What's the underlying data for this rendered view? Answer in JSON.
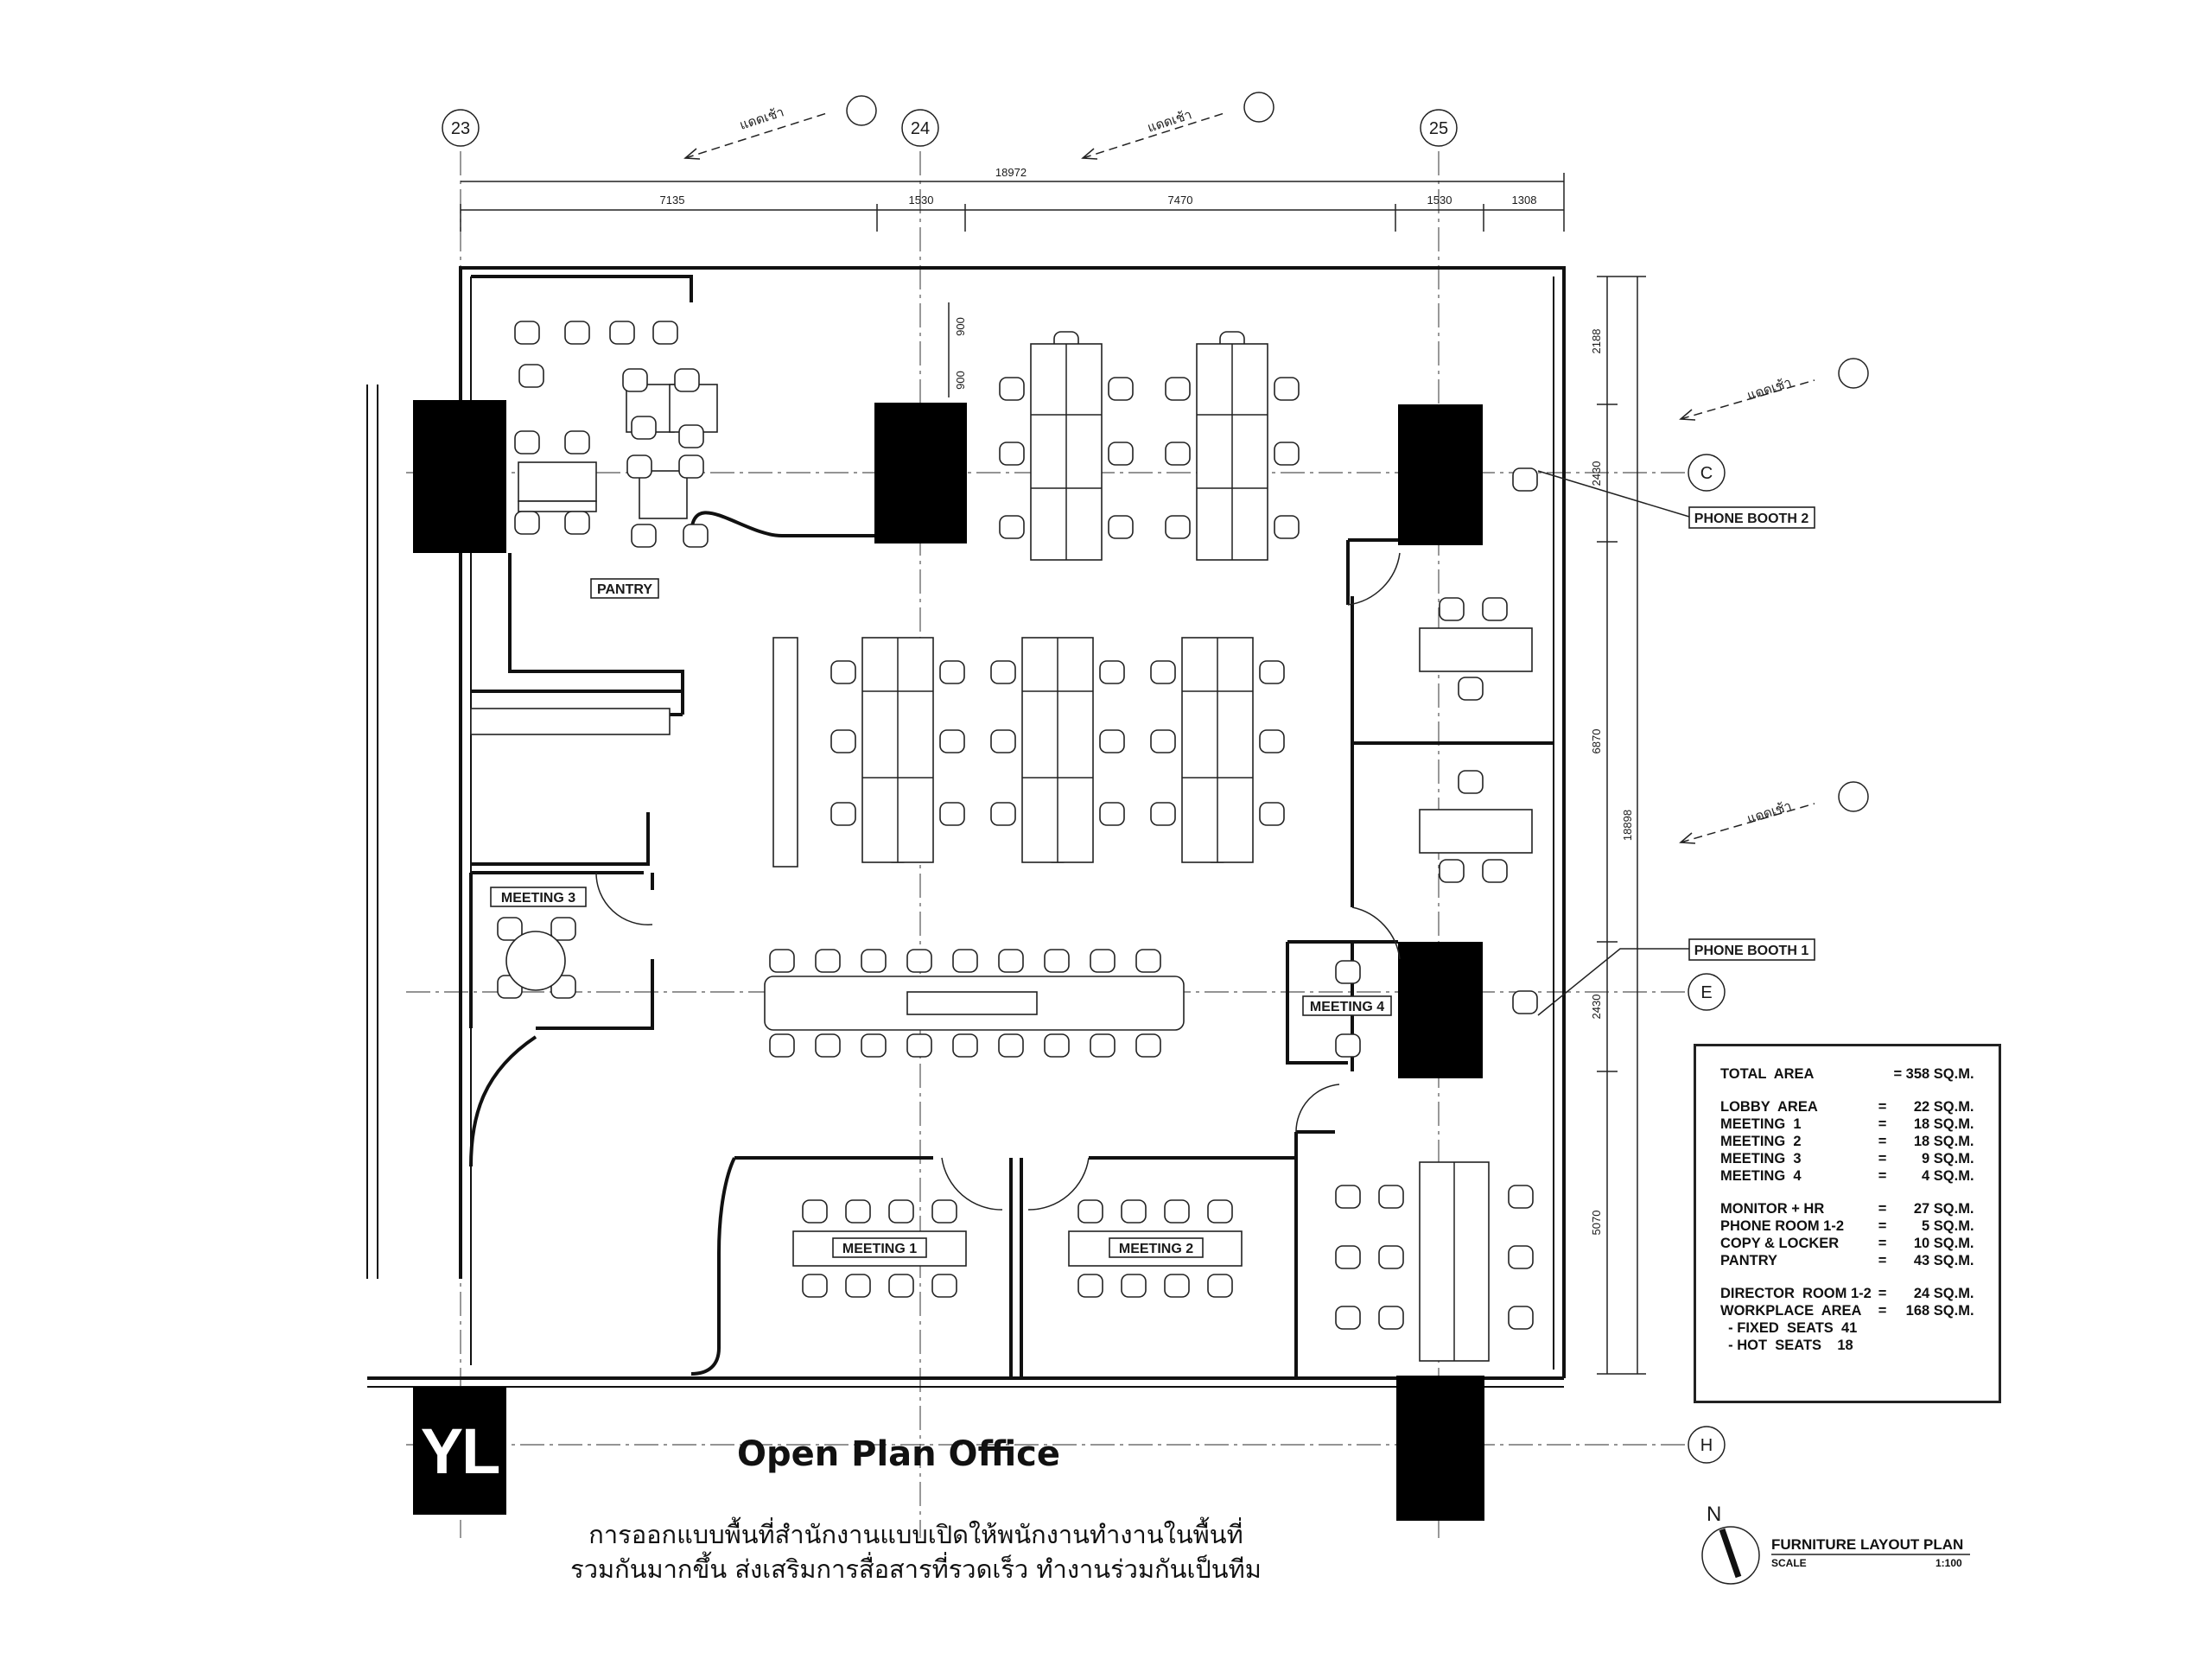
{
  "grid_labels": {
    "c23": "23",
    "c24": "24",
    "c25": "25",
    "rC": "C",
    "rE": "E",
    "rH": "H"
  },
  "sun_label": "แดดเช้า",
  "dimensions": {
    "overall": "18972",
    "top": [
      "7135",
      "1530",
      "7470",
      "1530",
      "1308"
    ],
    "right_outer": "18898",
    "right": [
      "2188",
      "2430",
      "6870",
      "2430",
      "5070"
    ],
    "door_a": "900",
    "door_b": "900"
  },
  "rooms": {
    "pantry": "PANTRY",
    "meeting3": "MEETING 3",
    "meeting4": "MEETING 4",
    "meeting1": "MEETING 1",
    "meeting2": "MEETING 2",
    "phone_booth_2": "PHONE BOOTH 2",
    "phone_booth_1": "PHONE BOOTH 1"
  },
  "area_schedule": [
    {
      "name": "TOTAL  AREA",
      "sep": "",
      "value": "= 358 SQ.M."
    },
    {
      "gap": true
    },
    {
      "name": "LOBBY  AREA",
      "sep": "=",
      "value": "22 SQ.M."
    },
    {
      "name": "MEETING  1",
      "sep": "=",
      "value": "18 SQ.M."
    },
    {
      "name": "MEETING  2",
      "sep": "=",
      "value": "18 SQ.M."
    },
    {
      "name": "MEETING  3",
      "sep": "=",
      "value": "9 SQ.M."
    },
    {
      "name": "MEETING  4",
      "sep": "=",
      "value": "4 SQ.M."
    },
    {
      "gap": true
    },
    {
      "name": "MONITOR + HR",
      "sep": "=",
      "value": "27 SQ.M."
    },
    {
      "name": "PHONE ROOM 1-2",
      "sep": "=",
      "value": "5 SQ.M."
    },
    {
      "name": "COPY & LOCKER",
      "sep": "=",
      "value": "10 SQ.M."
    },
    {
      "name": "PANTRY",
      "sep": "=",
      "value": "43 SQ.M."
    },
    {
      "gap": true
    },
    {
      "name": "DIRECTOR  ROOM 1-2",
      "sep": "=",
      "value": "24 SQ.M."
    },
    {
      "name": "WORKPLACE  AREA",
      "sep": "=",
      "value": "168 SQ.M."
    },
    {
      "name": "  - FIXED  SEATS  41",
      "sep": "",
      "value": ""
    },
    {
      "name": "  - HOT  SEATS    18",
      "sep": "",
      "value": ""
    }
  ],
  "brand": {
    "logo_text": "YL"
  },
  "title": "Open Plan Office",
  "description": [
    "การออกแบบพื้นที่สำนักงานแบบเปิดให้พนักงานทำงานในพื้นที่",
    "รวมกันมากขึ้น  ส่งเสริมการสื่อสารที่รวดเร็ว ทำงานร่วมกันเป็นทีม"
  ],
  "north_label": "N",
  "plan_title": "FURNITURE  LAYOUT  PLAN",
  "scale_label": "SCALE",
  "scale_value": "1:100"
}
